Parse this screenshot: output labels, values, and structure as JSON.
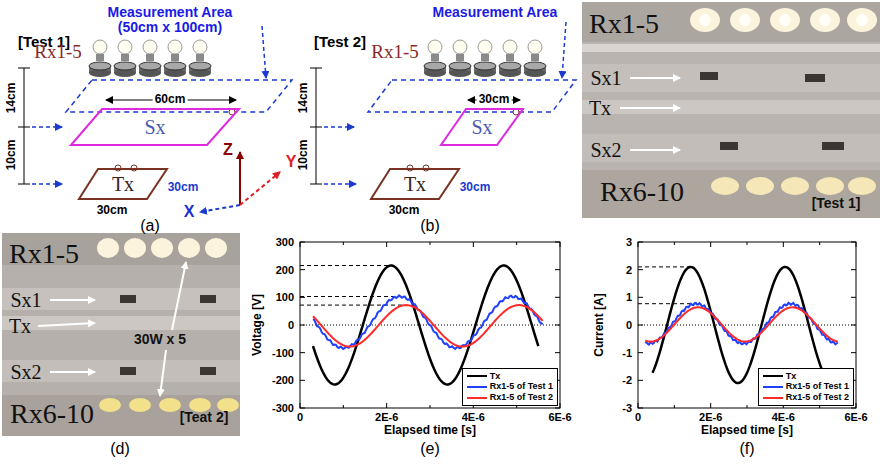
{
  "diagram": {
    "nodes": [
      {
        "text": [
          "Sx"
        ]
      },
      {
        "text": [
          "Tx"
        ]
      },
      {
        "text": [
          "Sx"
        ]
      },
      {
        "text": [
          "Tx"
        ]
      }
    ],
    "labels": [
      "[Test 1]",
      "Measurement Area (50cm x 100cm)",
      "Rx1-5",
      "14cm",
      "10cm",
      "60cm",
      "30cm",
      "30cm",
      "Z",
      "Y",
      "X",
      "(a)",
      "[Test 2]",
      "Measurement Area",
      "Rx1-5",
      "14cm",
      "10cm",
      "30cm",
      "30cm",
      "30cm",
      "(b)",
      "Rx1-5",
      "Sx1",
      "Tx",
      "Sx2",
      "Rx6-10",
      "[Test 1]",
      "Rx1-5",
      "Sx1",
      "Tx",
      "Sx2",
      "30W x 5",
      "Rx6-10",
      "[Teat 2]",
      "(d)",
      "Voltage [V]",
      "300",
      "200",
      "100",
      "0",
      "-100",
      "-200",
      "-300",
      "0",
      "2E-6",
      "4E-6",
      "6E-6",
      "Elapsed time [s]",
      "(e)",
      "Current [A]",
      "3",
      "2",
      "1",
      "0",
      "-1",
      "-2",
      "-3",
      "0",
      "2E-6",
      "4E-6",
      "6E-6",
      "Elapsed time [s]",
      "(f)"
    ],
    "legend": [
      {
        "text": "Tx"
      },
      {
        "text": "Rx1-5 of Test 1"
      },
      {
        "text": "Rx1-5 of Test 2"
      },
      {
        "text": "Tx"
      },
      {
        "text": "Rx1-5 of Test 1"
      },
      {
        "text": "Rx1-5 of Test 2"
      }
    ]
  }
}
